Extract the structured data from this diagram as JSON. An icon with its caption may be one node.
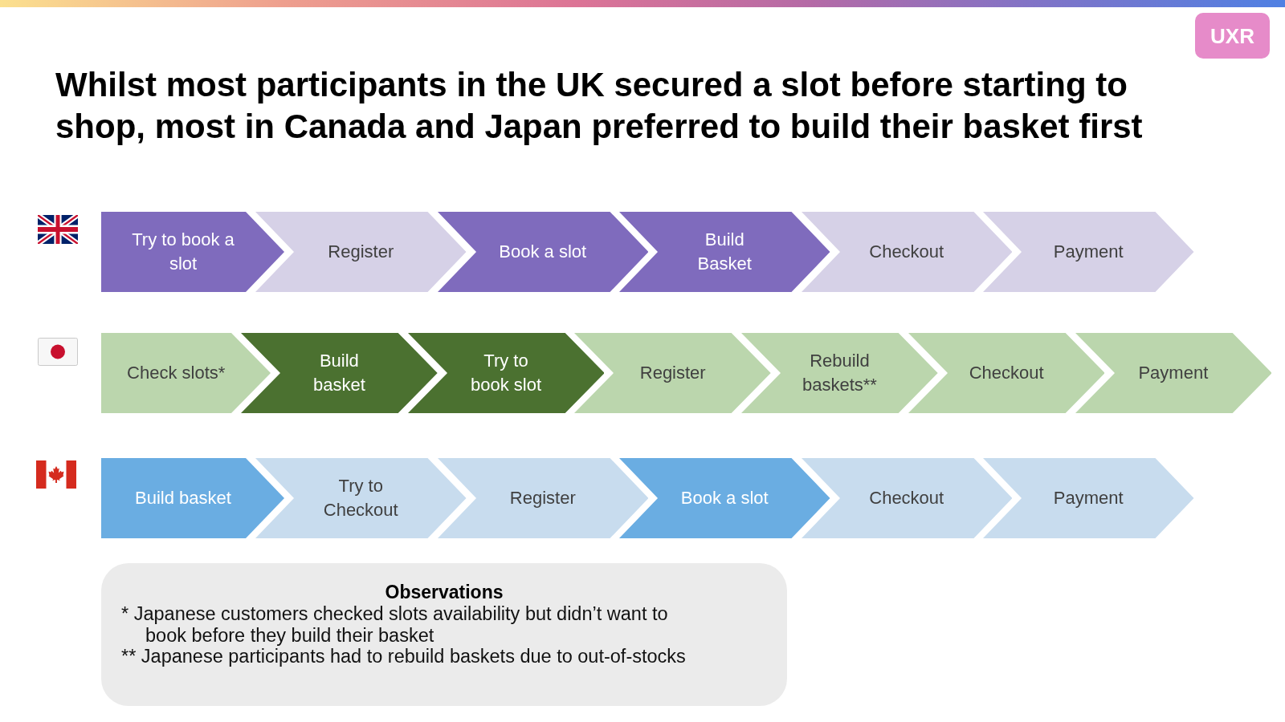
{
  "diagram": {
    "title": "Whilst most participants in the UK secured a slot before starting to shop, most in Canada and Japan preferred to build their basket first",
    "nodes": [
      {
        "text": [
          "UXR"
        ]
      },
      {
        "text": [
          "Try to book a slot"
        ]
      },
      {
        "text": [
          "Register"
        ]
      },
      {
        "text": [
          "Book a slot"
        ]
      },
      {
        "text": [
          "Build Basket"
        ]
      },
      {
        "text": [
          "Checkout"
        ]
      },
      {
        "text": [
          "Payment"
        ]
      },
      {
        "text": [
          "Check slots*"
        ]
      },
      {
        "text": [
          "Build basket"
        ]
      },
      {
        "text": [
          "Try to book slot"
        ]
      },
      {
        "text": [
          "Register"
        ]
      },
      {
        "text": [
          "Rebuild baskets**"
        ]
      },
      {
        "text": [
          "Checkout"
        ]
      },
      {
        "text": [
          "Payment"
        ]
      },
      {
        "text": [
          "Build basket"
        ]
      },
      {
        "text": [
          "Try to Checkout"
        ]
      },
      {
        "text": [
          "Register"
        ]
      },
      {
        "text": [
          "Book a slot"
        ]
      },
      {
        "text": [
          "Checkout"
        ]
      },
      {
        "text": [
          "Payment"
        ]
      },
      {
        "text": [
          "Observations",
          "* Japanese customers checked slots availability but didn’t want to book before they build their basket",
          "** Japanese participants had to rebuild baskets due to out-of-stocks"
        ]
      }
    ]
  }
}
